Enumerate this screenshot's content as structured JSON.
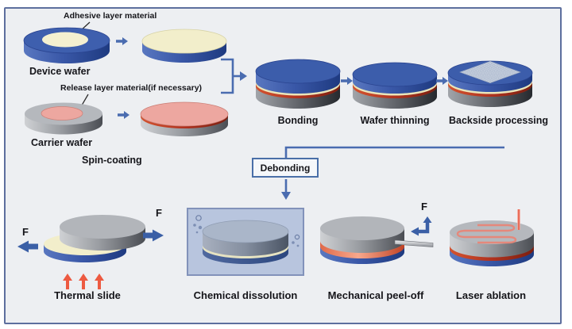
{
  "figure": {
    "top_left": {
      "adhesive_label": "Adhesive layer material",
      "device_wafer_label": "Device wafer",
      "release_label": "Release layer material(if necessary)",
      "carrier_wafer_label": "Carrier wafer",
      "spin_coating_label": "Spin-coating"
    },
    "process_steps": {
      "bonding": "Bonding",
      "wafer_thinning": "Wafer thinning",
      "backside_processing": "Backside processing",
      "debonding": "Debonding"
    },
    "debond_methods": {
      "thermal_slide": "Thermal slide",
      "chemical_dissolution": "Chemical dissolution",
      "mechanical_peel_off": "Mechanical peel-off",
      "laser_ablation": "Laser ablation"
    },
    "force_label": "F",
    "colors": {
      "frame_border": "#5d6f9e",
      "canvas_background": "#edeff2",
      "device_wafer_blue": "#3c5dab",
      "adhesive_cream": "#f2eecb",
      "release_pink": "#eda7a0",
      "release_red": "#b03320",
      "carrier_gray": "#b2b5ba",
      "flow_arrow_blue": "#4a6cb0",
      "force_arrow_blue": "#3a5fa6",
      "heat_arrow_red": "#ed5a41",
      "laser_red": "#e8604a",
      "bath_blue": "#b8c5de"
    }
  }
}
